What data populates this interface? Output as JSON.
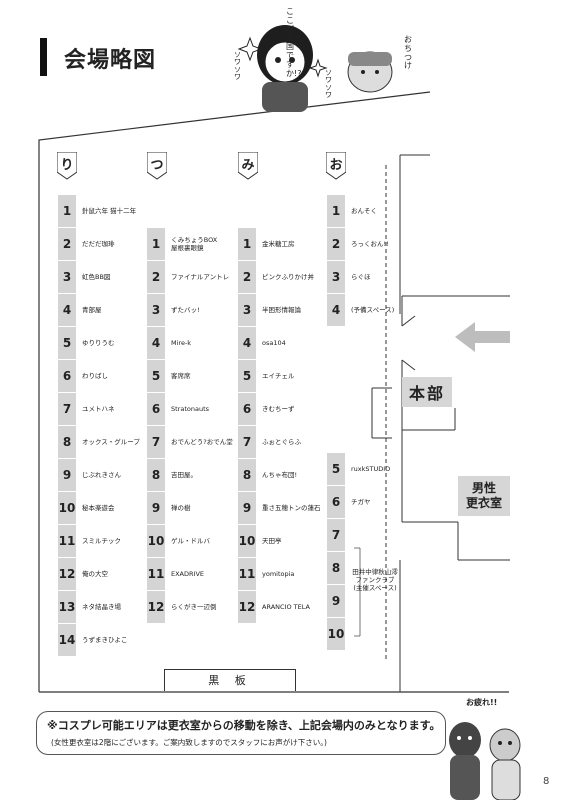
{
  "page_title": "会場略図",
  "page_number": "8",
  "balloons": {
    "girl": "ここが天国ですか!?",
    "sister": "おちつけ",
    "sfx_left": "ソワソワ",
    "sfx_right": "ソワソワ",
    "bear": "お疲れ!!"
  },
  "columns": [
    {
      "marker": "り",
      "booths": [
        {
          "num": "1",
          "name": "針鼠六年 猫十二年"
        },
        {
          "num": "2",
          "name": "だだだ珈琲"
        },
        {
          "num": "3",
          "name": "虹色BB図"
        },
        {
          "num": "4",
          "name": "青部屋"
        },
        {
          "num": "5",
          "name": "ゆりりうむ"
        },
        {
          "num": "6",
          "name": "わりばし"
        },
        {
          "num": "7",
          "name": "ユメトハネ"
        },
        {
          "num": "8",
          "name": "オックス・グループ"
        },
        {
          "num": "9",
          "name": "じぶれきさん"
        },
        {
          "num": "10",
          "name": "秘本楽遊会"
        },
        {
          "num": "11",
          "name": "スミルチック"
        },
        {
          "num": "12",
          "name": "俺の大空"
        },
        {
          "num": "13",
          "name": "ネタ結晶き場"
        },
        {
          "num": "14",
          "name": "うずまきひよこ"
        }
      ]
    },
    {
      "marker": "つ",
      "booths": [
        {
          "num": "1",
          "name": "くみちょうBOX",
          "name2": "屋根裏眼鏡"
        },
        {
          "num": "2",
          "name": "ファイナルアントレ"
        },
        {
          "num": "3",
          "name": "ずたバッ!"
        },
        {
          "num": "4",
          "name": "Mire-k"
        },
        {
          "num": "5",
          "name": "客席席"
        },
        {
          "num": "6",
          "name": "Stratonauts"
        },
        {
          "num": "7",
          "name": "おでんどう?おでん堂"
        },
        {
          "num": "8",
          "name": "吉田屋。"
        },
        {
          "num": "9",
          "name": "禅の樹"
        },
        {
          "num": "10",
          "name": "ゲル・ドルバ"
        },
        {
          "num": "11",
          "name": "EXADRIVE"
        },
        {
          "num": "12",
          "name": "らくがき一辺倒"
        }
      ]
    },
    {
      "marker": "み",
      "booths": [
        {
          "num": "1",
          "name": "金米糖工房"
        },
        {
          "num": "2",
          "name": "ピンクふりかけ丼"
        },
        {
          "num": "3",
          "name": "半困形情報論"
        },
        {
          "num": "4",
          "name": "osa104"
        },
        {
          "num": "5",
          "name": "エイチェル"
        },
        {
          "num": "6",
          "name": "きむちーず"
        },
        {
          "num": "7",
          "name": "ふぉとぐらふ"
        },
        {
          "num": "8",
          "name": "んちゃ布団!"
        },
        {
          "num": "9",
          "name": "重さ五穂トンの蓮石"
        },
        {
          "num": "10",
          "name": "天田亭"
        },
        {
          "num": "11",
          "name": "yomitopia"
        },
        {
          "num": "12",
          "name": "ARANCIO TELA"
        }
      ]
    },
    {
      "marker": "お",
      "booths": [
        {
          "num": "1",
          "name": "おんそく"
        },
        {
          "num": "2",
          "name": "ろっくおん!!"
        },
        {
          "num": "3",
          "name": "らぐほ"
        },
        {
          "num": "4",
          "name": "(予備スペース)"
        },
        {
          "num": "5",
          "name": "ruxkSTUDIO"
        },
        {
          "num": "6",
          "name": "チガヤ"
        },
        {
          "num": "7",
          "name": ""
        },
        {
          "num": "8",
          "name": ""
        },
        {
          "num": "9",
          "name": ""
        },
        {
          "num": "10",
          "name": ""
        }
      ],
      "group_label": [
        "田井中律秋山澪",
        "ファンクラブ",
        "(主催スペース)"
      ]
    }
  ],
  "rooms": {
    "headquarters": "本部",
    "dressing_room": [
      "男性",
      "更衣室"
    ],
    "blackboard": "黒 板"
  },
  "notice": {
    "line1": "※コスプレ可能エリアは更衣室からの移動を除き、上記会場内のみとなります。",
    "line2": "(女性更衣室は2階にございます。ご案内致しますのでスタッフにお声がけ下さい。)"
  }
}
